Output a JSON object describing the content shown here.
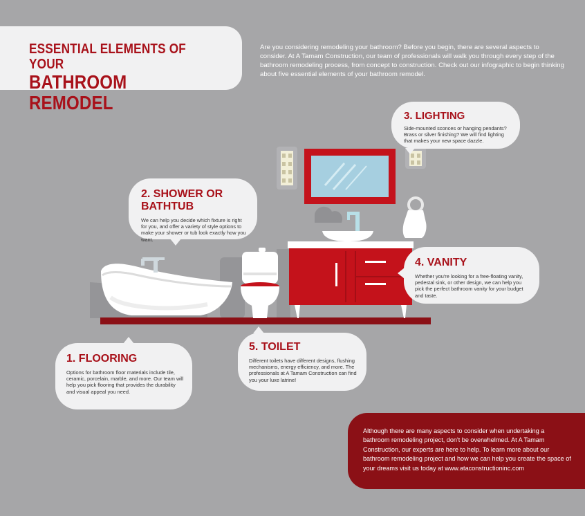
{
  "title": {
    "line1": "ESSENTIAL ELEMENTS OF YOUR",
    "line2": "BATHROOM REMODEL"
  },
  "intro": "Are you considering remodeling your bathroom? Before you begin, there are several aspects to consider. At A Tamam Construction, our team of professionals will walk you through every step of the bathroom remodeling process, from concept to construction. Check out our infographic to begin thinking about five essential elements of your bathroom remodel.",
  "sections": {
    "lighting": {
      "heading": "3. LIGHTING",
      "text": "Side-mounted sconces or hanging pendants? Brass or silver finishing? We will find lighting that makes your new space dazzle."
    },
    "shower": {
      "heading": "2. SHOWER OR BATHTUB",
      "text": "We can help you decide which fixture is right for you, and offer  a variety of style options to make your shower or tub look exactly how you want."
    },
    "vanity": {
      "heading": "4. VANITY",
      "text": "Whether you're looking for a free-floating vanity, pedestal sink, or other design, we can help you pick the perfect bathroom vanity for your budget and taste."
    },
    "toilet": {
      "heading": "5. TOILET",
      "text": "Different toilets have different designs, flushing mechanisms, energy efficiency, and more. The professionals at A Tamam Construction can find you your luxe latrine!"
    },
    "flooring": {
      "heading": "1. FLOORING",
      "text": "Options for bathroom floor materials include tile, ceramic, porcelain, marble, and more. Our team will help you pick flooring that provides the durability and visual appeal you need."
    }
  },
  "closing": "Although there are many aspects to consider when undertaking a bathroom remodeling project, don't be overwhelmed. At A Tamam Construction, our experts are here to help. To learn more about our bathroom remodeling project and how we can help you create the space of your dreams visit us today at www.ataconstructioninc.com",
  "colors": {
    "background": "#a6a6a8",
    "card": "#f1f1f2",
    "accent_red": "#a8111a",
    "dark_red": "#8b1016",
    "vanity_red": "#c4121b",
    "floor_line": "#8b1016"
  },
  "icons": [
    "bathtub-icon",
    "toilet-icon",
    "vanity-icon",
    "sink-icon",
    "mirror-icon",
    "sconce-icon",
    "towel-ring-icon",
    "faucet-icon"
  ]
}
